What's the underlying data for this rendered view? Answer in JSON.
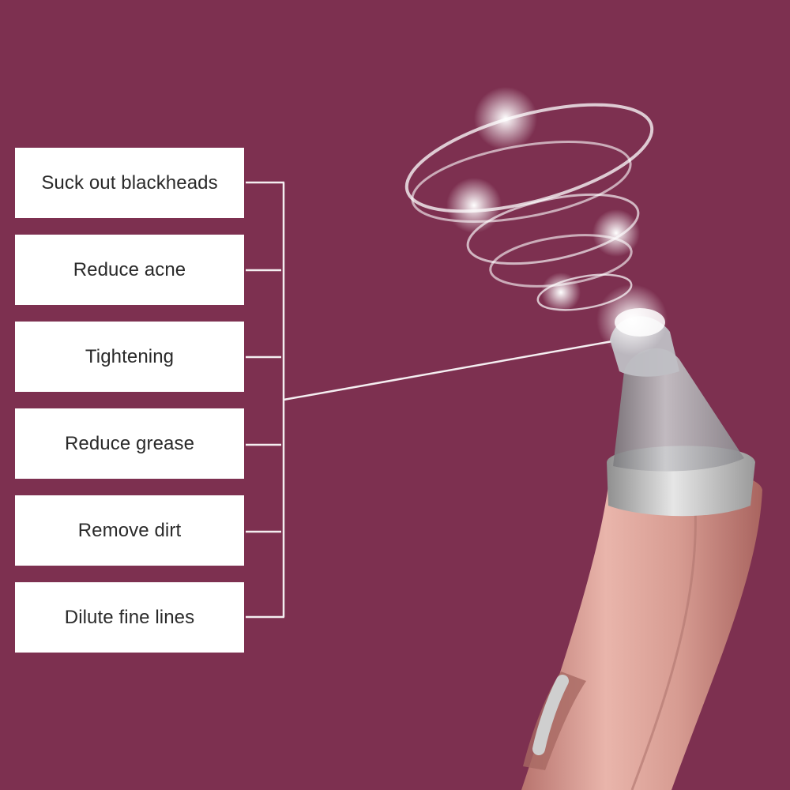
{
  "features": [
    "Suck out blackheads",
    "Reduce acne",
    "Tightening",
    "Reduce grease",
    "Remove dirt",
    "Dilute fine lines"
  ],
  "icons": {
    "device": "blackhead-remover-device-illustration",
    "swirl": "suction-swirl-icon"
  },
  "colors": {
    "background": "#7d3050",
    "box": "#ffffff",
    "text": "#2a2a2a",
    "device_body": "#d9a39a",
    "device_cap": "#bdbdbd"
  }
}
